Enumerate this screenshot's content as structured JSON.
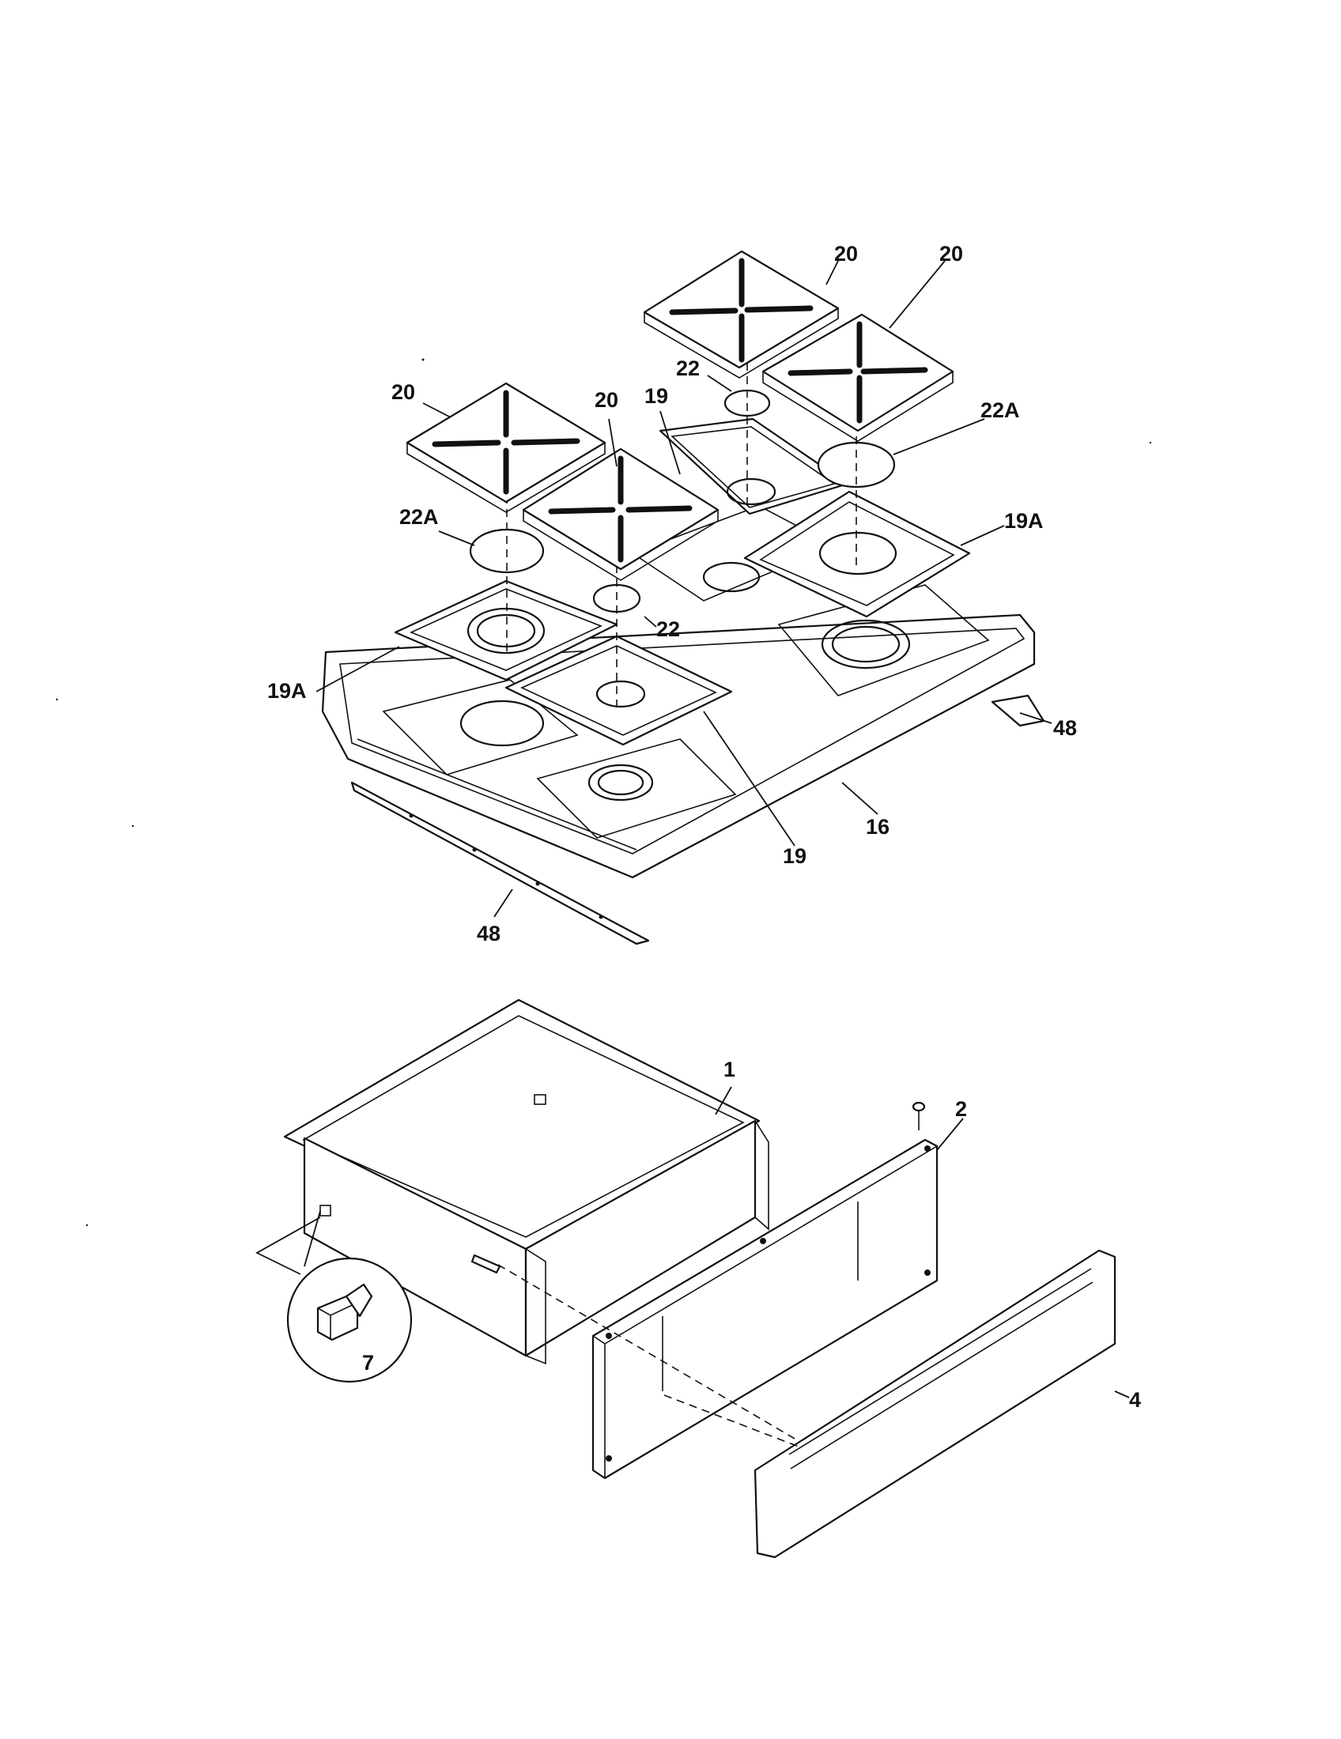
{
  "callouts": {
    "grate_top_left": "20",
    "grate_top_right": "20",
    "grate_left": "20",
    "grate_center": "20",
    "cap_back": "22",
    "cap_front": "22",
    "cap_large_left": "22A",
    "cap_large_right": "22A",
    "tray_back": "19",
    "tray_front": "19",
    "tray_large_right": "19A",
    "tray_large_left": "19A",
    "top_panel": "16",
    "strip_right": "48",
    "strip_left": "48",
    "drawer_body": "1",
    "screw": "2",
    "drawer_front": "4",
    "drawer_clip": "7"
  }
}
